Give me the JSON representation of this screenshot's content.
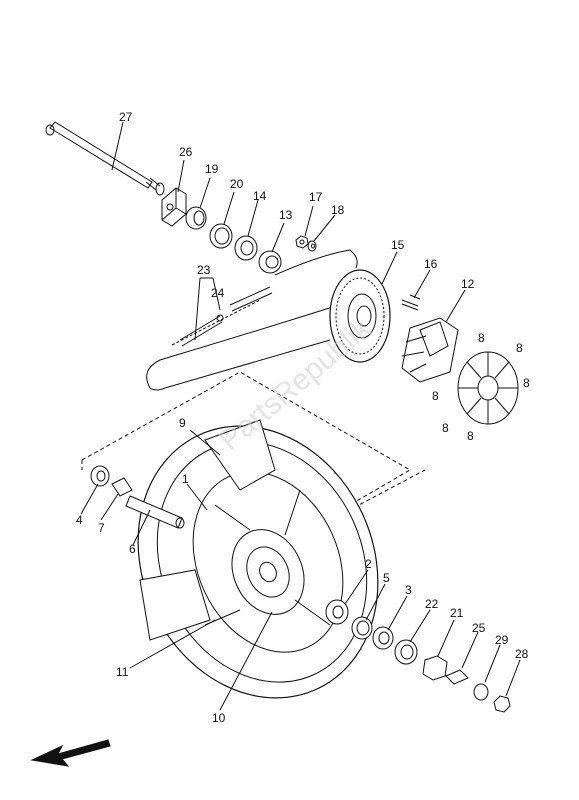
{
  "watermark": "PartsRepublik",
  "part_labels": {
    "p27": "27",
    "p26": "26",
    "p19": "19",
    "p20": "20",
    "p14": "14",
    "p13": "13",
    "p17": "17",
    "p18": "18",
    "p15": "15",
    "p16": "16",
    "p12": "12",
    "p23": "23",
    "p24": "24",
    "p8a": "8",
    "p8b": "8",
    "p8c": "8",
    "p8d": "8",
    "p8e": "8",
    "p8f": "8",
    "p9": "9",
    "p1": "1",
    "p4": "4",
    "p7": "7",
    "p6": "6",
    "p2": "2",
    "p5": "5",
    "p3": "3",
    "p22": "22",
    "p21": "21",
    "p25": "25",
    "p29": "29",
    "p28": "28",
    "p11": "11",
    "p10": "10"
  },
  "colors": {
    "line": "#111111",
    "watermark": "#cfcfcf"
  },
  "icons": {
    "direction_arrow": "arrow-left-down-icon"
  }
}
